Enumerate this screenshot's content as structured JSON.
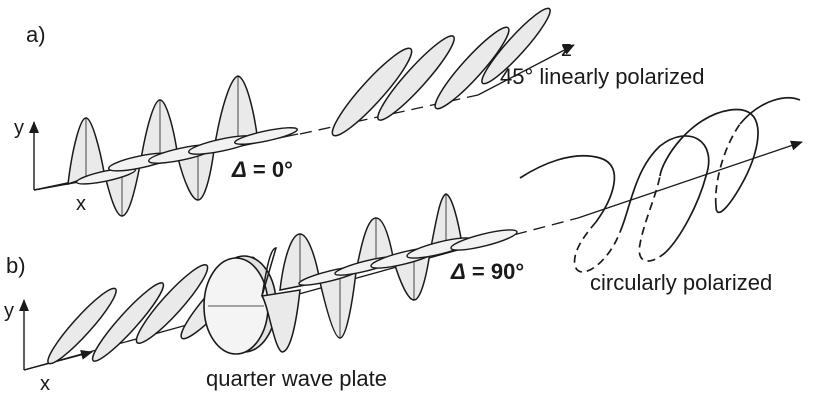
{
  "panel_a": {
    "tag": "a)",
    "axis_y": "y",
    "axis_x": "x",
    "axis_z": "z",
    "phase_symbol": "Δ",
    "phase_value": " = 0°",
    "caption": "45° linearly polarized"
  },
  "panel_b": {
    "tag": "b)",
    "axis_y": "y",
    "axis_x": "x",
    "phase_symbol": "Δ",
    "phase_value": " = 90°",
    "caption": "circularly polarized",
    "plate_label": "quarter wave plate"
  },
  "colors": {
    "ink": "#1a1a1a",
    "fill": "#eaeaea",
    "background": "#ffffff"
  }
}
